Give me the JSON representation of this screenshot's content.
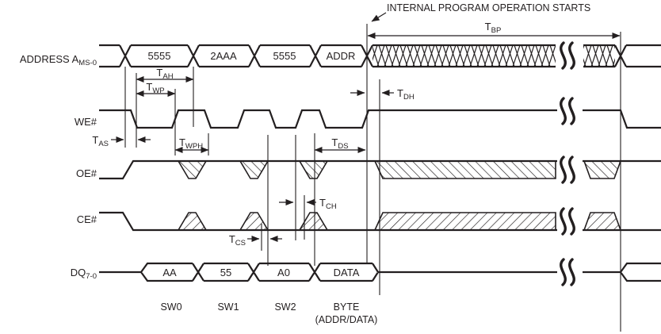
{
  "annotations": {
    "program_start": "INTERNAL PROGRAM OPERATION STARTS"
  },
  "timing": {
    "tbp": {
      "t": "T",
      "sub": "BP"
    },
    "tah": {
      "t": "T",
      "sub": "AH"
    },
    "twp": {
      "t": "T",
      "sub": "WP"
    },
    "tas": {
      "t": "T",
      "sub": "AS"
    },
    "twph": {
      "t": "T",
      "sub": "WPH"
    },
    "tds": {
      "t": "T",
      "sub": "DS"
    },
    "tdh": {
      "t": "T",
      "sub": "DH"
    },
    "tch": {
      "t": "T",
      "sub": "CH"
    },
    "tcs": {
      "t": "T",
      "sub": "CS"
    }
  },
  "signals": {
    "address": {
      "label": "ADDRESS A",
      "label_sub": "MS-0",
      "segments": [
        "5555",
        "2AAA",
        "5555",
        "ADDR"
      ]
    },
    "we": {
      "label": "WE#"
    },
    "oe": {
      "label": "OE#"
    },
    "ce": {
      "label": "CE#"
    },
    "dq": {
      "label": "DQ",
      "label_sub": "7-0",
      "segments": [
        "AA",
        "55",
        "A0",
        "DATA"
      ]
    }
  },
  "cycles": {
    "sw0": "SW0",
    "sw1": "SW1",
    "sw2": "SW2",
    "byte": "BYTE",
    "byte_detail": "(ADDR/DATA)"
  },
  "colors": {
    "ink": "#231f20",
    "background": "#ffffff"
  }
}
